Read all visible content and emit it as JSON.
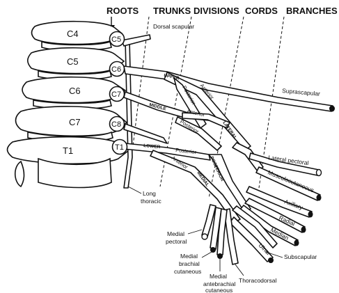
{
  "headers": {
    "roots": "ROOTS",
    "trunks": "TRUNKS",
    "divisions": "DIVISIONS",
    "cords": "CORDS",
    "branches": "BRANCHES"
  },
  "vertebrae": [
    "C4",
    "C5",
    "C6",
    "C7",
    "T1"
  ],
  "roots": [
    "C5",
    "C6",
    "C7",
    "C8",
    "T1"
  ],
  "trunks": {
    "upper": "UPPER",
    "middle": "MIDDLE",
    "lower": "LOWER"
  },
  "divisions": {
    "anterior_upper": "Anterior",
    "posterior_upper": "Posterior",
    "anterior_middle": "Anterior",
    "posterior_middle": "Posterior",
    "posterior_lower": "Posterior",
    "anterior_lower": "Anterior"
  },
  "cords": {
    "lateral": "LATERAL",
    "posterior": "POSTERIOR",
    "medial": "MEDIAL"
  },
  "branches": {
    "dorsal_scapular": "Dorsal scapular",
    "suprascapular": "Suprascapular",
    "lateral_pectoral": "Lateral pectoral",
    "musculocutaneous": "Musculocutaneous",
    "axillary": "Axillary",
    "radial": "Radial",
    "median": "Median",
    "ulnar": "Ulnar",
    "subscapular": "Subscapular",
    "thoracodorsal": "Thoracodorsal",
    "long_thoracic_1": "Long",
    "long_thoracic_2": "thoracic",
    "medial_pectoral_1": "Medial",
    "medial_pectoral_2": "pectoral",
    "medial_brachial_1": "Medial",
    "medial_brachial_2": "brachial",
    "medial_brachial_3": "cutaneous",
    "medial_antebrachial_1": "Medial",
    "medial_antebrachial_2": "antebrachial",
    "medial_antebrachial_3": "cutaneous"
  }
}
